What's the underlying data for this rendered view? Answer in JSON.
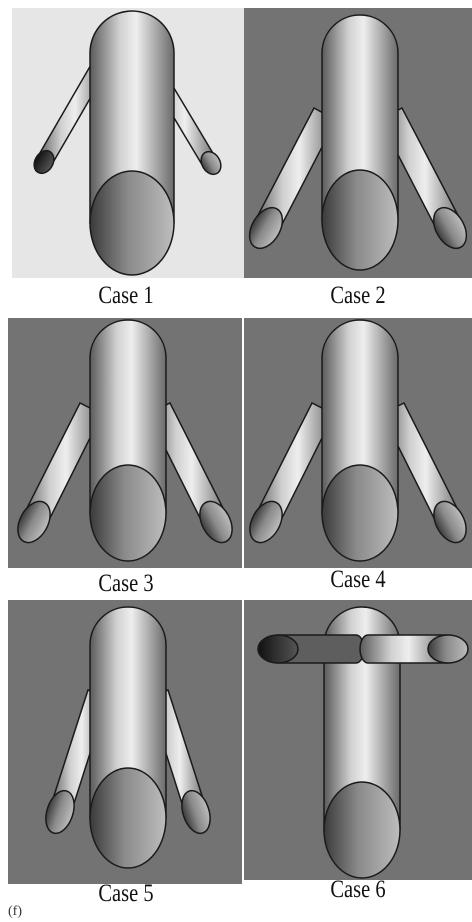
{
  "figure": {
    "background_colors": {
      "case1_panel": "#e6e6e6",
      "other_panels": "#737373",
      "outline": "#1a1a1a"
    },
    "captions": [
      "Case 1",
      "Case 2",
      "Case 3",
      "Case 4",
      "Case 5",
      "Case 6"
    ],
    "footnote": "(f)"
  }
}
